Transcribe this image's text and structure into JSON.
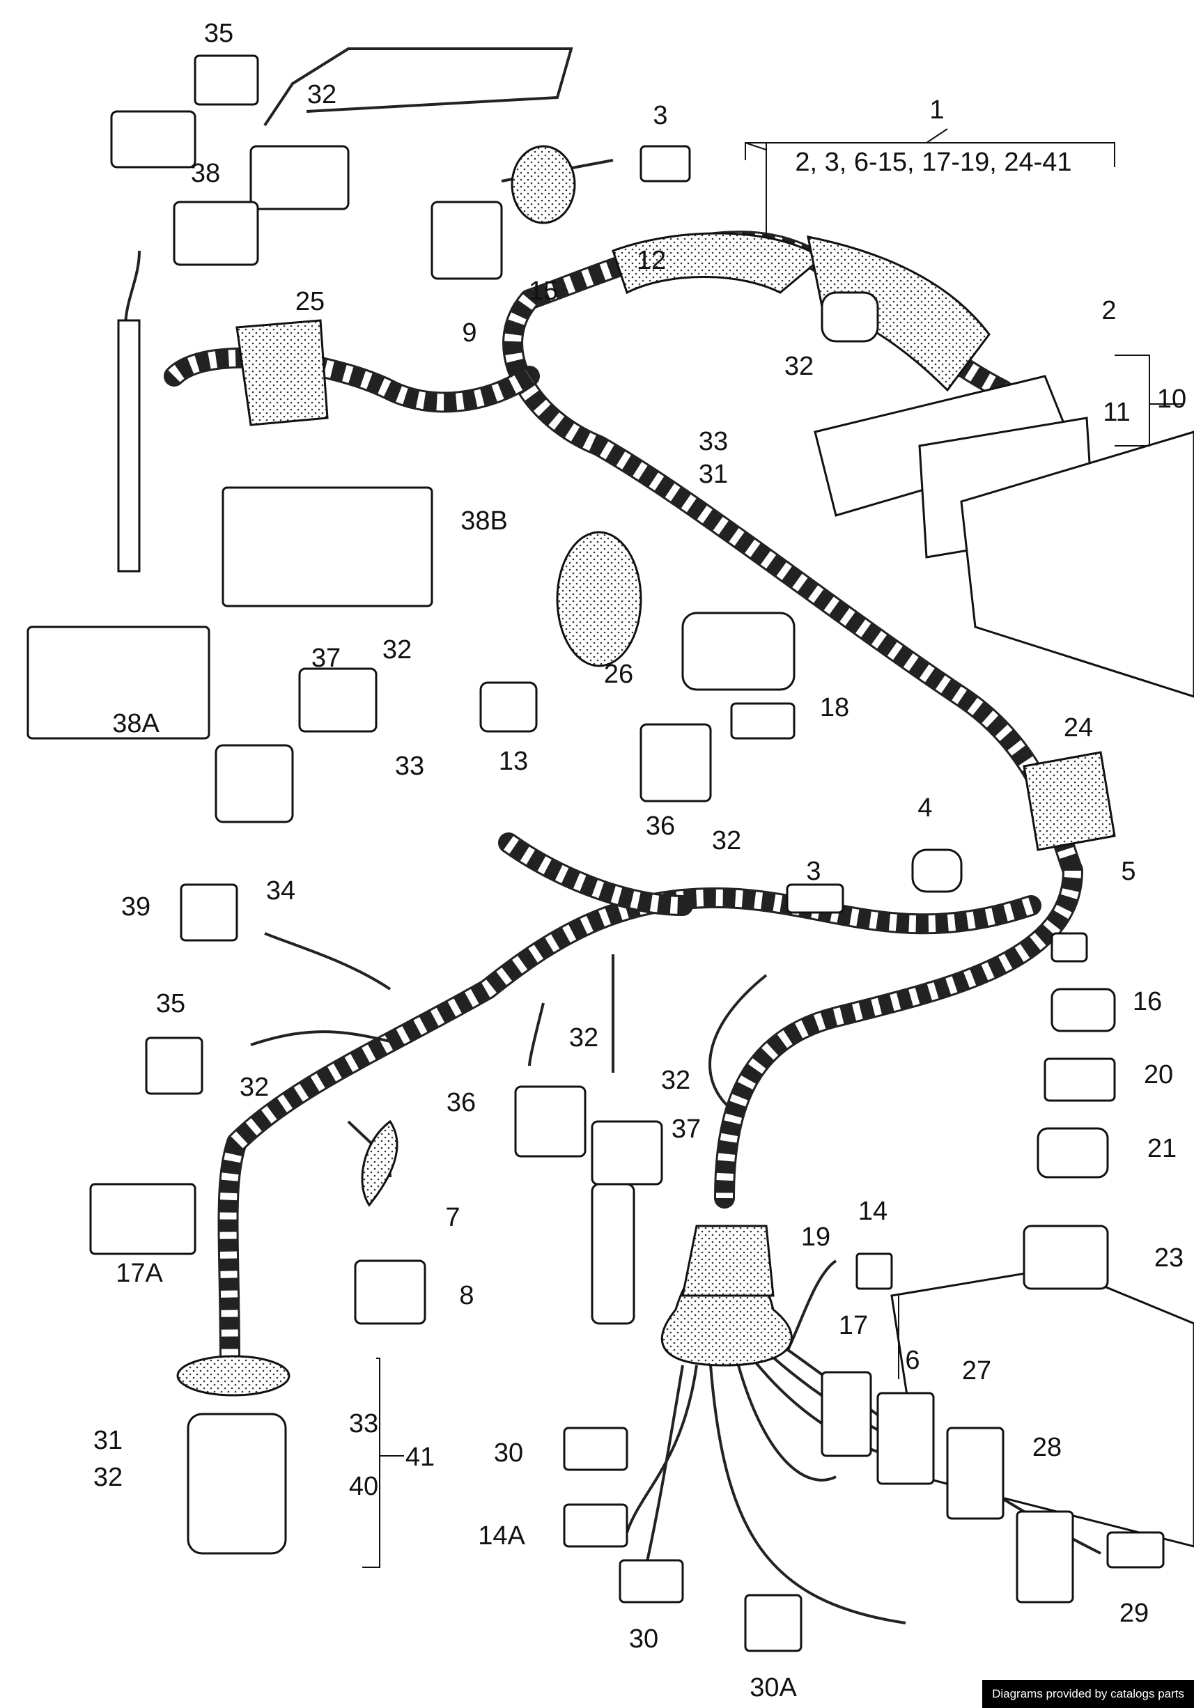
{
  "credit": "Diagrams provided by catalogs parts",
  "group_label": "2, 3, 6-15, 17-19, 24-41",
  "labels": [
    "1",
    "2",
    "3",
    "3",
    "4",
    "5",
    "7",
    "8",
    "9",
    "10",
    "11",
    "12",
    "13",
    "14",
    "14A",
    "15",
    "16",
    "17",
    "17A",
    "18",
    "19",
    "20",
    "21",
    "23",
    "24",
    "25",
    "26",
    "27",
    "28",
    "29",
    "30",
    "30",
    "30A",
    "31",
    "31",
    "32",
    "32",
    "32",
    "32",
    "32",
    "32",
    "32",
    "32",
    "32",
    "33",
    "33",
    "33",
    "34",
    "35",
    "35",
    "36",
    "36",
    "37",
    "37",
    "38",
    "38A",
    "38B",
    "39",
    "40",
    "41",
    "6"
  ]
}
